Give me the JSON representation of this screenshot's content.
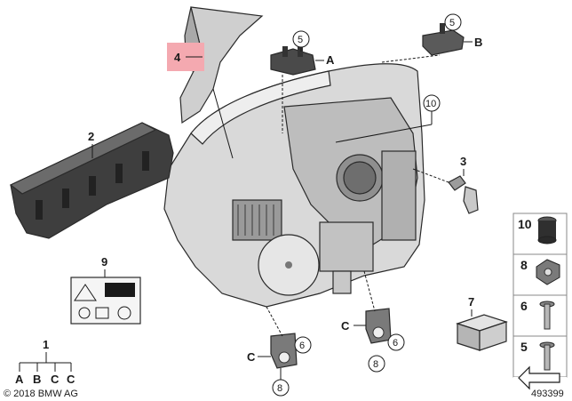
{
  "diagram": {
    "callouts": {
      "c1": "1",
      "c2": "2",
      "c3": "3",
      "c4": "4",
      "c5a": "5",
      "c5b": "5",
      "c6a": "6",
      "c6b": "6",
      "c7": "7",
      "c8a": "8",
      "c8b": "8",
      "c9": "9",
      "c10": "10"
    },
    "letters": {
      "a_top": "A",
      "b_top": "B",
      "c_left": "C",
      "c_mid": "C"
    },
    "variant_labels": [
      "A",
      "B",
      "C",
      "C"
    ],
    "legend": [
      {
        "num": "10",
        "icon": "grommet-icon"
      },
      {
        "num": "8",
        "icon": "nut-icon"
      },
      {
        "num": "6",
        "icon": "screw-icon"
      },
      {
        "num": "5",
        "icon": "screw-icon"
      }
    ],
    "copyright": "© 2018 BMW AG",
    "diagram_id": "493399",
    "highlight_color": "#f4a9b0"
  }
}
